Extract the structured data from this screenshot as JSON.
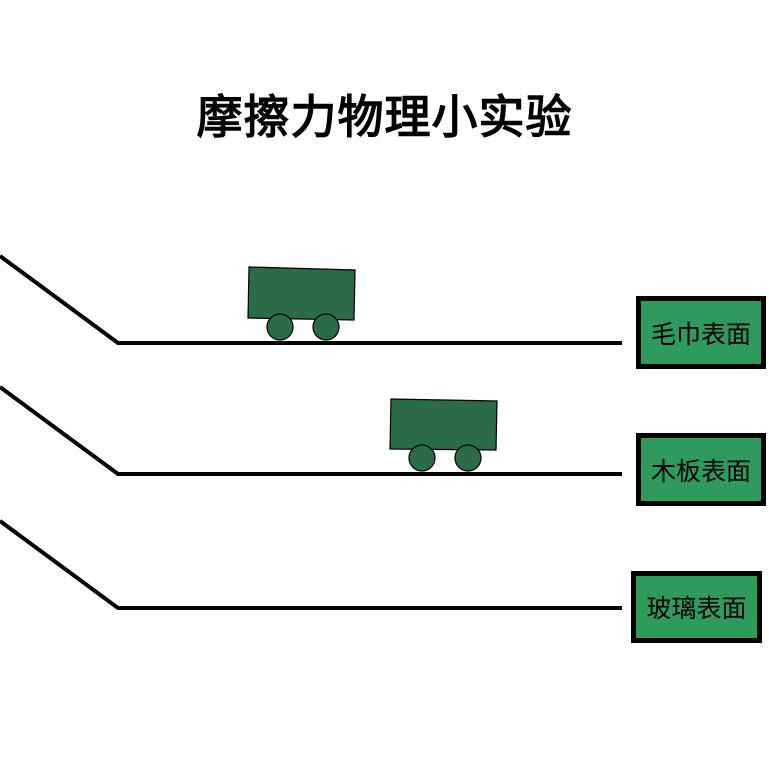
{
  "title": "摩擦力物理小实验",
  "colors": {
    "cart_fill": "#2b6b48",
    "label_fill": "#2e9a5e",
    "line": "#000000"
  },
  "surfaces": [
    {
      "label": "毛巾表面"
    },
    {
      "label": "木板表面"
    },
    {
      "label": "玻璃表面"
    }
  ]
}
